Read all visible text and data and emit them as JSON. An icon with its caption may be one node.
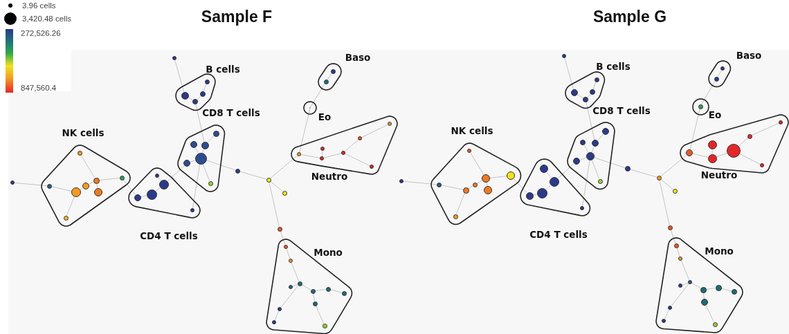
{
  "diagram": {
    "nodes": [
      {
        "text": [
          "B cells"
        ]
      },
      {
        "text": [],
        "shape": "circle",
        "in": 0
      },
      {
        "text": [],
        "shape": "circle",
        "in": 0
      },
      {
        "text": [],
        "shape": "circle",
        "in": 0
      },
      {
        "text": [],
        "shape": "circle",
        "in": 0
      },
      {
        "text": [
          "CD8 T cells"
        ]
      },
      {
        "text": [],
        "shape": "circle",
        "in": 5
      },
      {
        "text": [],
        "shape": "circle",
        "in": 5
      },
      {
        "text": [],
        "shape": "circle",
        "in": 5
      },
      {
        "text": [],
        "shape": "circle",
        "in": 5
      },
      {
        "text": [],
        "shape": "circle",
        "in": 5
      },
      {
        "text": [],
        "shape": "circle",
        "in": 5
      },
      {
        "text": [
          "NK cells"
        ]
      },
      {
        "text": [],
        "shape": "circle",
        "in": 12
      },
      {
        "text": [],
        "shape": "circle",
        "in": 12
      },
      {
        "text": [],
        "shape": "circle",
        "in": 12
      },
      {
        "text": [],
        "shape": "circle",
        "in": 12
      },
      {
        "text": [],
        "shape": "circle",
        "in": 12
      },
      {
        "text": [],
        "shape": "circle",
        "in": 12
      },
      {
        "text": [],
        "shape": "circle",
        "in": 12
      },
      {
        "text": [],
        "shape": "circle",
        "in": 12
      },
      {
        "text": [
          "CD4 T cells"
        ]
      },
      {
        "text": [],
        "shape": "circle",
        "in": 21
      },
      {
        "text": [],
        "shape": "circle",
        "in": 21
      },
      {
        "text": [],
        "shape": "circle",
        "in": 21
      },
      {
        "text": [],
        "shape": "circle",
        "in": 21
      },
      {
        "text": [],
        "shape": "circle",
        "in": 21
      },
      {
        "text": [
          "Baso"
        ]
      },
      {
        "text": [],
        "shape": "circle",
        "in": 27
      },
      {
        "text": [],
        "shape": "circle",
        "in": 27
      },
      {
        "text": [
          "Eo"
        ]
      },
      {
        "text": [],
        "shape": "circle",
        "in": 30
      },
      {
        "text": [
          "Neutro"
        ]
      },
      {
        "text": [],
        "shape": "circle",
        "in": 32
      },
      {
        "text": [],
        "shape": "circle",
        "in": 32
      },
      {
        "text": [],
        "shape": "circle",
        "in": 32
      },
      {
        "text": [],
        "shape": "circle",
        "in": 32
      },
      {
        "text": [],
        "shape": "circle",
        "in": 32
      },
      {
        "text": [],
        "shape": "circle",
        "in": 32
      },
      {
        "text": [],
        "shape": "circle",
        "in": 32
      },
      {
        "text": [
          "Mono"
        ]
      },
      {
        "text": [],
        "shape": "circle",
        "in": 40
      },
      {
        "text": [],
        "shape": "circle",
        "in": 40
      },
      {
        "text": [],
        "shape": "circle",
        "in": 40
      },
      {
        "text": [],
        "shape": "circle",
        "in": 40
      },
      {
        "text": [],
        "shape": "circle",
        "in": 40
      },
      {
        "text": [],
        "shape": "circle",
        "in": 40
      },
      {
        "text": [],
        "shape": "circle",
        "in": 40
      },
      {
        "text": [],
        "shape": "circle",
        "in": 40
      },
      {
        "text": [],
        "shape": "circle",
        "in": 40
      },
      {
        "text": [],
        "shape": "circle",
        "in": 40
      },
      {
        "text": [],
        "shape": "circle",
        "in": 40
      },
      {
        "text": [],
        "shape": "circle"
      },
      {
        "text": [],
        "shape": "circle"
      },
      {
        "text": [],
        "shape": "circle"
      },
      {
        "text": [],
        "shape": "circle"
      },
      {
        "text": [],
        "shape": "circle"
      },
      {
        "text": [],
        "shape": "circle"
      },
      {
        "text": [
          "B cells"
        ]
      },
      {
        "text": [],
        "shape": "circle",
        "in": 58
      },
      {
        "text": [],
        "shape": "circle",
        "in": 58
      },
      {
        "text": [],
        "shape": "circle",
        "in": 58
      },
      {
        "text": [],
        "shape": "circle",
        "in": 58
      },
      {
        "text": [
          "CD8 T cells"
        ]
      },
      {
        "text": [],
        "shape": "circle",
        "in": 63
      },
      {
        "text": [],
        "shape": "circle",
        "in": 63
      },
      {
        "text": [],
        "shape": "circle",
        "in": 63
      },
      {
        "text": [],
        "shape": "circle",
        "in": 63
      },
      {
        "text": [],
        "shape": "circle",
        "in": 63
      },
      {
        "text": [],
        "shape": "circle",
        "in": 63
      },
      {
        "text": [
          "NK cells"
        ]
      },
      {
        "text": [],
        "shape": "circle",
        "in": 70
      },
      {
        "text": [],
        "shape": "circle",
        "in": 70
      },
      {
        "text": [],
        "shape": "circle",
        "in": 70
      },
      {
        "text": [],
        "shape": "circle",
        "in": 70
      },
      {
        "text": [],
        "shape": "circle",
        "in": 70
      },
      {
        "text": [],
        "shape": "circle",
        "in": 70
      },
      {
        "text": [],
        "shape": "circle",
        "in": 70
      },
      {
        "text": [],
        "shape": "circle",
        "in": 70
      },
      {
        "text": [
          "CD4 T cells"
        ]
      },
      {
        "text": [],
        "shape": "circle",
        "in": 79
      },
      {
        "text": [],
        "shape": "circle",
        "in": 79
      },
      {
        "text": [],
        "shape": "circle",
        "in": 79
      },
      {
        "text": [],
        "shape": "circle",
        "in": 79
      },
      {
        "text": [],
        "shape": "circle",
        "in": 79
      },
      {
        "text": [
          "Baso"
        ]
      },
      {
        "text": [],
        "shape": "circle",
        "in": 85
      },
      {
        "text": [],
        "shape": "circle",
        "in": 85
      },
      {
        "text": [
          "Eo"
        ]
      },
      {
        "text": [],
        "shape": "circle",
        "in": 88
      },
      {
        "text": [
          "Neutro"
        ]
      },
      {
        "text": [],
        "shape": "circle",
        "in": 90
      },
      {
        "text": [],
        "shape": "circle",
        "in": 90
      },
      {
        "text": [],
        "shape": "circle",
        "in": 90
      },
      {
        "text": [],
        "shape": "circle",
        "in": 90
      },
      {
        "text": [],
        "shape": "circle",
        "in": 90
      },
      {
        "text": [],
        "shape": "circle",
        "in": 90
      },
      {
        "text": [],
        "shape": "circle",
        "in": 90
      },
      {
        "text": [
          "Mono"
        ]
      },
      {
        "text": [],
        "shape": "circle",
        "in": 98
      },
      {
        "text": [],
        "shape": "circle",
        "in": 98
      },
      {
        "text": [],
        "shape": "circle",
        "in": 98
      },
      {
        "text": [],
        "shape": "circle",
        "in": 98
      },
      {
        "text": [],
        "shape": "circle",
        "in": 98
      },
      {
        "text": [],
        "shape": "circle",
        "in": 98
      },
      {
        "text": [],
        "shape": "circle",
        "in": 98
      },
      {
        "text": [],
        "shape": "circle",
        "in": 98
      },
      {
        "text": [],
        "shape": "circle",
        "in": 98
      },
      {
        "text": [],
        "shape": "circle",
        "in": 98
      },
      {
        "text": [],
        "shape": "circle",
        "in": 98
      },
      {
        "text": [],
        "shape": "circle"
      },
      {
        "text": [],
        "shape": "circle"
      },
      {
        "text": [],
        "shape": "circle"
      },
      {
        "text": [],
        "shape": "circle"
      },
      {
        "text": [],
        "shape": "circle"
      },
      {
        "text": [],
        "shape": "circle"
      }
    ],
    "edges": [
      {
        "from": 52,
        "to": 2,
        "arrow": "none"
      },
      {
        "from": 2,
        "to": 4,
        "arrow": "none"
      },
      {
        "from": 4,
        "to": 3,
        "arrow": "none"
      },
      {
        "from": 3,
        "to": 1,
        "arrow": "none"
      },
      {
        "from": 4,
        "to": 8,
        "arrow": "none"
      },
      {
        "from": 8,
        "to": 9,
        "arrow": "none"
      },
      {
        "from": 7,
        "to": 9,
        "arrow": "none"
      },
      {
        "from": 6,
        "to": 8,
        "arrow": "none"
      },
      {
        "from": 10,
        "to": 9,
        "arrow": "none"
      },
      {
        "from": 9,
        "to": 11,
        "arrow": "none"
      },
      {
        "from": 9,
        "to": 54,
        "arrow": "none"
      },
      {
        "from": 9,
        "to": 26,
        "arrow": "none"
      },
      {
        "from": 10,
        "to": 23,
        "arrow": "none"
      },
      {
        "from": 22,
        "to": 23,
        "arrow": "none"
      },
      {
        "from": 24,
        "to": 23,
        "arrow": "none"
      },
      {
        "from": 25,
        "to": 24,
        "arrow": "none"
      },
      {
        "from": 15,
        "to": 25,
        "arrow": "none"
      },
      {
        "from": 15,
        "to": 14,
        "arrow": "none"
      },
      {
        "from": 14,
        "to": 17,
        "arrow": "none"
      },
      {
        "from": 14,
        "to": 13,
        "arrow": "none"
      },
      {
        "from": 14,
        "to": 19,
        "arrow": "none"
      },
      {
        "from": 17,
        "to": 18,
        "arrow": "none"
      },
      {
        "from": 18,
        "to": 16,
        "arrow": "none"
      },
      {
        "from": 18,
        "to": 20,
        "arrow": "none"
      },
      {
        "from": 16,
        "to": 53,
        "arrow": "none"
      },
      {
        "from": 54,
        "to": 55,
        "arrow": "none"
      },
      {
        "from": 55,
        "to": 56,
        "arrow": "none"
      },
      {
        "from": 55,
        "to": 57,
        "arrow": "none"
      },
      {
        "from": 55,
        "to": 37,
        "arrow": "none"
      },
      {
        "from": 37,
        "to": 31,
        "arrow": "none"
      },
      {
        "from": 31,
        "to": 29,
        "arrow": "none"
      },
      {
        "from": 29,
        "to": 28,
        "arrow": "none"
      },
      {
        "from": 37,
        "to": 38,
        "arrow": "none"
      },
      {
        "from": 38,
        "to": 35,
        "arrow": "none"
      },
      {
        "from": 38,
        "to": 36,
        "arrow": "none"
      },
      {
        "from": 36,
        "to": 34,
        "arrow": "none"
      },
      {
        "from": 34,
        "to": 33,
        "arrow": "none"
      },
      {
        "from": 36,
        "to": 39,
        "arrow": "none"
      },
      {
        "from": 57,
        "to": 41,
        "arrow": "none"
      },
      {
        "from": 41,
        "to": 42,
        "arrow": "none"
      },
      {
        "from": 42,
        "to": 43,
        "arrow": "none"
      },
      {
        "from": 43,
        "to": 44,
        "arrow": "none"
      },
      {
        "from": 43,
        "to": 49,
        "arrow": "none"
      },
      {
        "from": 49,
        "to": 50,
        "arrow": "none"
      },
      {
        "from": 43,
        "to": 45,
        "arrow": "none"
      },
      {
        "from": 45,
        "to": 46,
        "arrow": "none"
      },
      {
        "from": 46,
        "to": 47,
        "arrow": "none"
      },
      {
        "from": 45,
        "to": 48,
        "arrow": "none"
      },
      {
        "from": 48,
        "to": 51,
        "arrow": "none"
      },
      {
        "from": 110,
        "to": 60,
        "arrow": "none"
      },
      {
        "from": 60,
        "to": 62,
        "arrow": "none"
      },
      {
        "from": 62,
        "to": 61,
        "arrow": "none"
      },
      {
        "from": 61,
        "to": 59,
        "arrow": "none"
      },
      {
        "from": 62,
        "to": 66,
        "arrow": "none"
      },
      {
        "from": 66,
        "to": 67,
        "arrow": "none"
      },
      {
        "from": 65,
        "to": 67,
        "arrow": "none"
      },
      {
        "from": 64,
        "to": 66,
        "arrow": "none"
      },
      {
        "from": 68,
        "to": 67,
        "arrow": "none"
      },
      {
        "from": 67,
        "to": 69,
        "arrow": "none"
      },
      {
        "from": 67,
        "to": 112,
        "arrow": "none"
      },
      {
        "from": 67,
        "to": 84,
        "arrow": "none"
      },
      {
        "from": 68,
        "to": 81,
        "arrow": "none"
      },
      {
        "from": 80,
        "to": 81,
        "arrow": "none"
      },
      {
        "from": 82,
        "to": 81,
        "arrow": "none"
      },
      {
        "from": 83,
        "to": 82,
        "arrow": "none"
      },
      {
        "from": 73,
        "to": 83,
        "arrow": "none"
      },
      {
        "from": 73,
        "to": 72,
        "arrow": "none"
      },
      {
        "from": 72,
        "to": 75,
        "arrow": "none"
      },
      {
        "from": 72,
        "to": 71,
        "arrow": "none"
      },
      {
        "from": 72,
        "to": 77,
        "arrow": "none"
      },
      {
        "from": 75,
        "to": 76,
        "arrow": "none"
      },
      {
        "from": 76,
        "to": 74,
        "arrow": "none"
      },
      {
        "from": 76,
        "to": 78,
        "arrow": "none"
      },
      {
        "from": 74,
        "to": 111,
        "arrow": "none"
      },
      {
        "from": 112,
        "to": 113,
        "arrow": "none"
      },
      {
        "from": 113,
        "to": 114,
        "arrow": "none"
      },
      {
        "from": 113,
        "to": 115,
        "arrow": "none"
      },
      {
        "from": 113,
        "to": 95,
        "arrow": "none"
      },
      {
        "from": 95,
        "to": 89,
        "arrow": "none"
      },
      {
        "from": 89,
        "to": 87,
        "arrow": "none"
      },
      {
        "from": 87,
        "to": 86,
        "arrow": "none"
      },
      {
        "from": 95,
        "to": 96,
        "arrow": "none"
      },
      {
        "from": 96,
        "to": 93,
        "arrow": "none"
      },
      {
        "from": 96,
        "to": 94,
        "arrow": "none"
      },
      {
        "from": 94,
        "to": 92,
        "arrow": "none"
      },
      {
        "from": 92,
        "to": 91,
        "arrow": "none"
      },
      {
        "from": 94,
        "to": 97,
        "arrow": "none"
      },
      {
        "from": 115,
        "to": 99,
        "arrow": "none"
      },
      {
        "from": 99,
        "to": 100,
        "arrow": "none"
      },
      {
        "from": 100,
        "to": 101,
        "arrow": "none"
      },
      {
        "from": 101,
        "to": 102,
        "arrow": "none"
      },
      {
        "from": 101,
        "to": 107,
        "arrow": "none"
      },
      {
        "from": 107,
        "to": 108,
        "arrow": "none"
      },
      {
        "from": 101,
        "to": 103,
        "arrow": "none"
      },
      {
        "from": 103,
        "to": 104,
        "arrow": "none"
      },
      {
        "from": 104,
        "to": 105,
        "arrow": "none"
      },
      {
        "from": 103,
        "to": 106,
        "arrow": "none"
      },
      {
        "from": 106,
        "to": 109,
        "arrow": "none"
      }
    ],
    "labels": [
      "Sample F",
      "Sample G",
      "272,526.26",
      "847,560.4"
    ],
    "legend": [
      {
        "text": "3.96 cells"
      },
      {
        "text": "3,420.48 cells"
      }
    ]
  }
}
